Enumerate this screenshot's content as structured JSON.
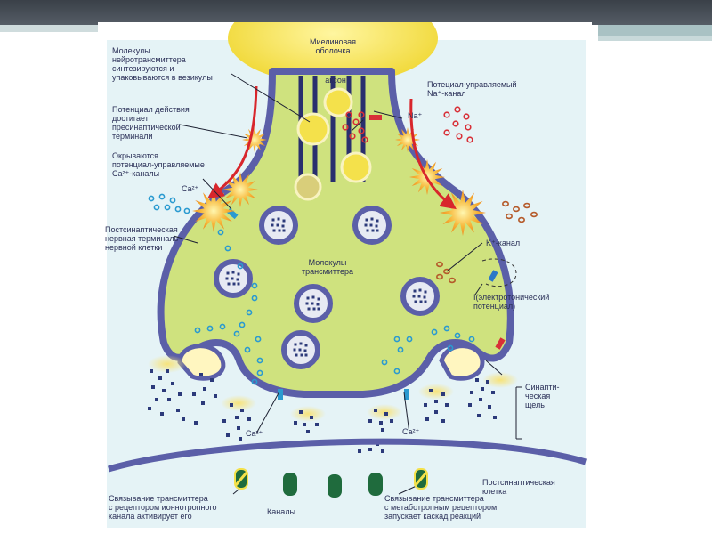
{
  "labels": {
    "myelin": "Миелиновая\nоболочка",
    "axon": "аксон",
    "nt_synth": "Молекулы\nнейротрансмиттера\nсинтезируются и\nупаковываются в везикулы",
    "action_potential": "Потенциал действия\nдостигает\nпресинаптической\nтерминали",
    "ca_open": "Окрываются\nпотенциал-управляемые\nCa²⁺-каналы",
    "ca_top": "Ca²⁺",
    "postsyn_terminal": "Постсинаптическая\nнервная терминаль\nнервной клетки",
    "na_channel": "Потециал-управляемый\nNa⁺-канал",
    "na_ion": "Na⁺",
    "k_channel": "K⁺-канал",
    "electrotonic": "I(электротонический\nпотенциал)",
    "transmitter_molecules": "Молекулы\nтрансмиттера",
    "synaptic_cleft": "Синапти-\nческая\nщель",
    "ca_left": "Ca²⁺",
    "ca_right": "Ca²⁺",
    "postsyn_cell": "Постсинаптическая\nклетка",
    "ionotropic": "Связывание трансмиттера\nс рецептором ионнотропного\nканала активирует его",
    "channels": "Каналы",
    "metabotropic": "Связывание трансмиттера\nс метаботропным рецептором\nзапускает каскад реакций"
  },
  "colors": {
    "background": "#e5f3f6",
    "terminal_fill": "#cfe27e",
    "membrane": "#5b5fa8",
    "axon_yellow": "#f4e14b",
    "vesicle_core": "#e7eaf3",
    "transmitter": "#2c3a7a",
    "ca_ion": "#2a9ad0",
    "na_ion": "#d83038",
    "k_ion": "#b55a2a",
    "arrow_red": "#d8262c",
    "channel_green": "#1f6b3d"
  }
}
